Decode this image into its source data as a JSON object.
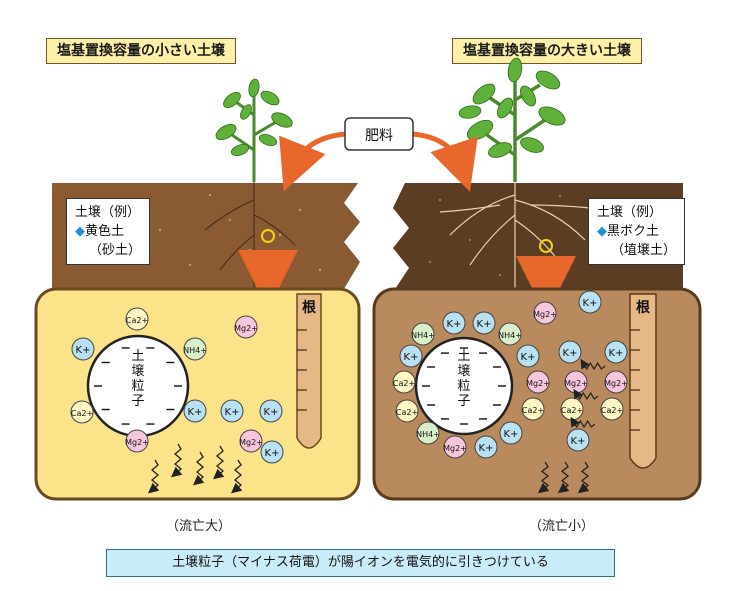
{
  "titles": {
    "left": "塩基置換容量の小さい土壌",
    "right": "塩基置換容量の大きい土壌"
  },
  "fertilizer_label": "肥料",
  "soil_labels": {
    "left": {
      "title": "土壌（例）",
      "type": "黄色土",
      "subtype": "（砂土）"
    },
    "right": {
      "title": "土壌（例）",
      "type": "黒ボク土",
      "subtype": "（埴壌土）"
    }
  },
  "root_label": "根",
  "particle_label": "土壌粒子",
  "captions": {
    "left": "（流亡大）",
    "right": "（流亡小）"
  },
  "bottom_note": "土壌粒子（マイナス荷電）が陽イオンを電気的に引きつけている",
  "ions": {
    "K": "K+",
    "Ca": "Ca2+",
    "Mg": "Mg2+",
    "NH4": "NH4+"
  },
  "colors": {
    "title_bg": "#fdf0a8",
    "left_pane": "#fbe38a",
    "right_pane": "#b98a5e",
    "topsoil_left": "#8a5a33",
    "topsoil_right": "#5b3d24",
    "arrow_orange": "#e8682b",
    "k_ion": "#b8e1f4",
    "ca_ion": "#fff7c4",
    "mg_ion": "#f6c6dd",
    "nh4_ion": "#d8efc9",
    "note_bg": "#c9ecf8"
  },
  "icons": [
    "leaf-icon",
    "arrow-down-icon",
    "curved-arrow-icon",
    "wavy-arrow-icon",
    "fertilizer-granule-icon"
  ]
}
